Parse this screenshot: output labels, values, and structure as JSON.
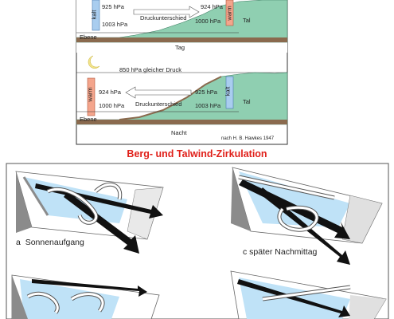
{
  "top_figure": {
    "day": {
      "pressure_upper_left": "925 hPa",
      "pressure_upper_right": "924 hPa",
      "pressure_lower_left": "1003 hPa",
      "pressure_lower_right": "1000 hPa",
      "difference_label": "Druckunterschied",
      "column_left_label": "kalt",
      "column_right_label": "warm",
      "plain_label": "Ebene",
      "valley_label": "Tal",
      "caption": "Tag"
    },
    "night": {
      "equal_pressure_label": "850 hPa gleicher Druck",
      "pressure_upper_left": "924 hPa",
      "pressure_upper_right": "925 hPa",
      "pressure_lower_left": "1000 hPa",
      "pressure_lower_right": "1003 hPa",
      "difference_label": "Druckunterschied",
      "column_left_label": "warm",
      "column_right_label": "kalt",
      "plain_label": "Ebene",
      "valley_label": "Tal",
      "caption": "Nacht",
      "credit": "nach H. B. Hawkes 1947"
    }
  },
  "title": "Berg- und Talwind-Zirkulation",
  "panels": [
    {
      "letter": "a",
      "label": "Sonnenaufgang"
    },
    {
      "letter": "c",
      "label": "später Nachmittag"
    }
  ],
  "colors": {
    "title": "#e0201a",
    "warm_column": "#f4a58c",
    "cold_column": "#a9cdef",
    "mountain": "#8fcfb1",
    "ground": "#8a6a4e",
    "slope_sun": "#bfe2f7",
    "slope_shade": "#8b8b8b"
  }
}
